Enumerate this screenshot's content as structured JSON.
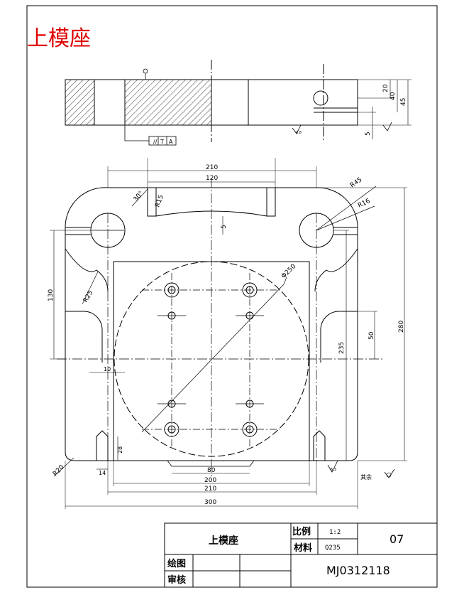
{
  "drawing": {
    "big_title": "上模座",
    "title_color": "#e00000",
    "line_color": "#000000"
  },
  "top_view": {
    "dims": {
      "d20": "20",
      "d40": "40",
      "d45": "45",
      "d5": "5"
    },
    "surface_symbol": "0.8",
    "tolerance_frame": [
      "//",
      "T",
      "A"
    ]
  },
  "plan_view": {
    "dims": {
      "w210_top": "210",
      "w120": "120",
      "r45": "R45",
      "r16": "R16",
      "a30": "30°",
      "r15": "R15",
      "d5": "5",
      "d130": "130",
      "r25": "R25",
      "dia250": "Φ250",
      "d50": "50",
      "d235": "235",
      "d280": "280",
      "d10": "10",
      "d28": "28",
      "d14": "14",
      "r20": "R20",
      "d80": "80",
      "d200": "200",
      "d210_bottom": "210",
      "d300": "300",
      "surface_a": "6.3",
      "rest_label": "其余"
    }
  },
  "title_block": {
    "name": "上模座",
    "scale_label": "比例",
    "scale_value": "1:2",
    "material_label": "材料",
    "material_value": "Q235",
    "sheet_no": "07",
    "drawn_label": "绘图",
    "checked_label": "审核",
    "drawing_no": "MJ0312118"
  }
}
